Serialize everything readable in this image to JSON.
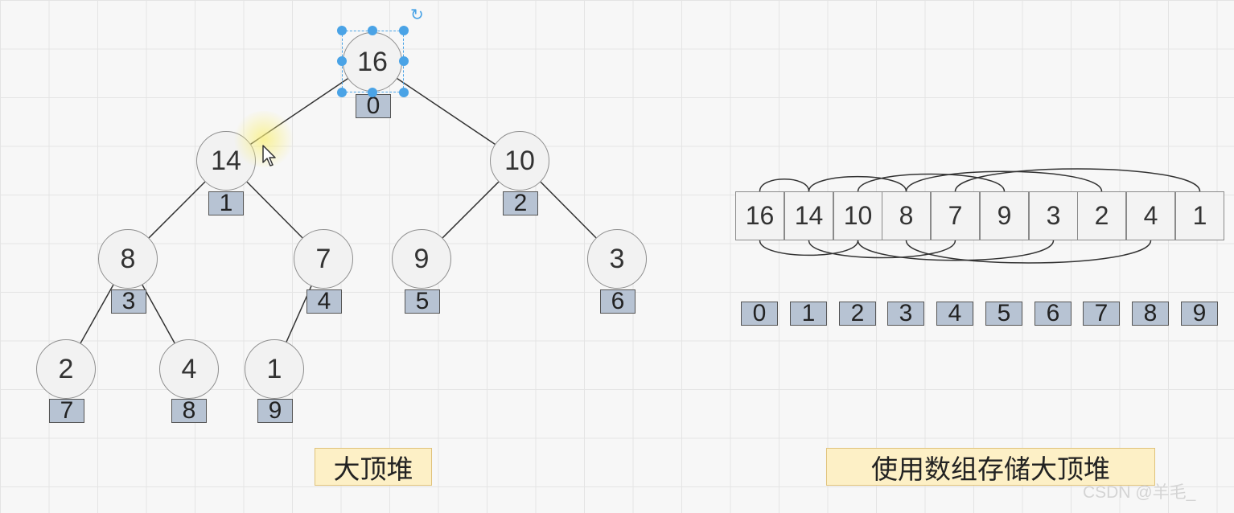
{
  "tree": {
    "nodes": [
      {
        "value": "16",
        "index": "0"
      },
      {
        "value": "14",
        "index": "1"
      },
      {
        "value": "10",
        "index": "2"
      },
      {
        "value": "8",
        "index": "3"
      },
      {
        "value": "7",
        "index": "4"
      },
      {
        "value": "9",
        "index": "5"
      },
      {
        "value": "3",
        "index": "6"
      },
      {
        "value": "2",
        "index": "7"
      },
      {
        "value": "4",
        "index": "8"
      },
      {
        "value": "1",
        "index": "9"
      }
    ]
  },
  "array": {
    "values": [
      "16",
      "14",
      "10",
      "8",
      "7",
      "9",
      "3",
      "2",
      "4",
      "1"
    ],
    "indices": [
      "0",
      "1",
      "2",
      "3",
      "4",
      "5",
      "6",
      "7",
      "8",
      "9"
    ]
  },
  "captions": {
    "tree": "大顶堆",
    "array": "使用数组存储大顶堆"
  },
  "watermark": "CSDN @羊毛_",
  "icons": {
    "rotate": "rotate-icon",
    "cursor": "cursor-icon"
  },
  "colors": {
    "selection": "#4aa3e6",
    "index_fill": "#b7c3d3",
    "caption_fill": "#fdf0c6"
  }
}
